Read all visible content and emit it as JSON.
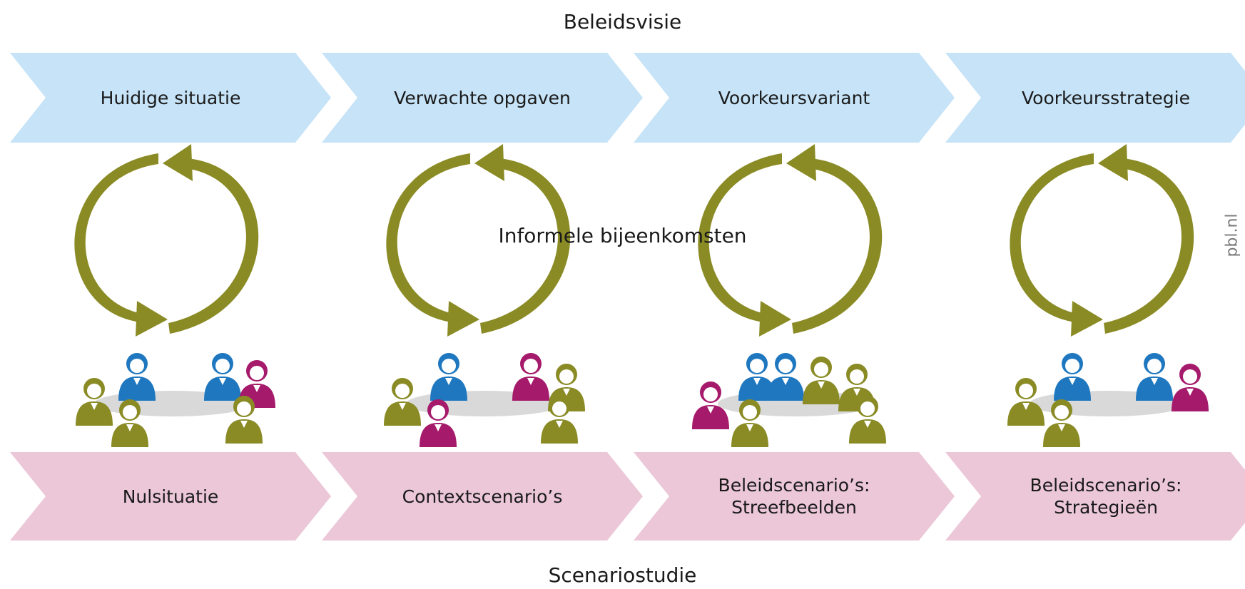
{
  "header": {
    "title": "Beleidsvisie"
  },
  "footer": {
    "title": "Scenariostudie"
  },
  "center": {
    "label": "Informele bijeenkomsten"
  },
  "credit": "pbl.nl",
  "colors": {
    "top_chevron": "#c6e3f7",
    "bottom_chevron": "#ebc7d7",
    "cycle_arrow": "#8a8b25",
    "person_blue": "#1f78bf",
    "person_olive": "#8a8b25",
    "person_magenta": "#a51a6b",
    "table": "#d9d9d9"
  },
  "stages": [
    {
      "top": "Huidige situatie",
      "bottom": "Nulsituatie"
    },
    {
      "top": "Verwachte opgaven",
      "bottom": "Contextscenario’s"
    },
    {
      "top": "Voorkeursvariant",
      "bottom": "Beleidscenario’s:\nStreefbeelden"
    },
    {
      "top": "Voorkeursstrategie",
      "bottom": "Beleidscenario’s:\nStrategieën"
    }
  ]
}
